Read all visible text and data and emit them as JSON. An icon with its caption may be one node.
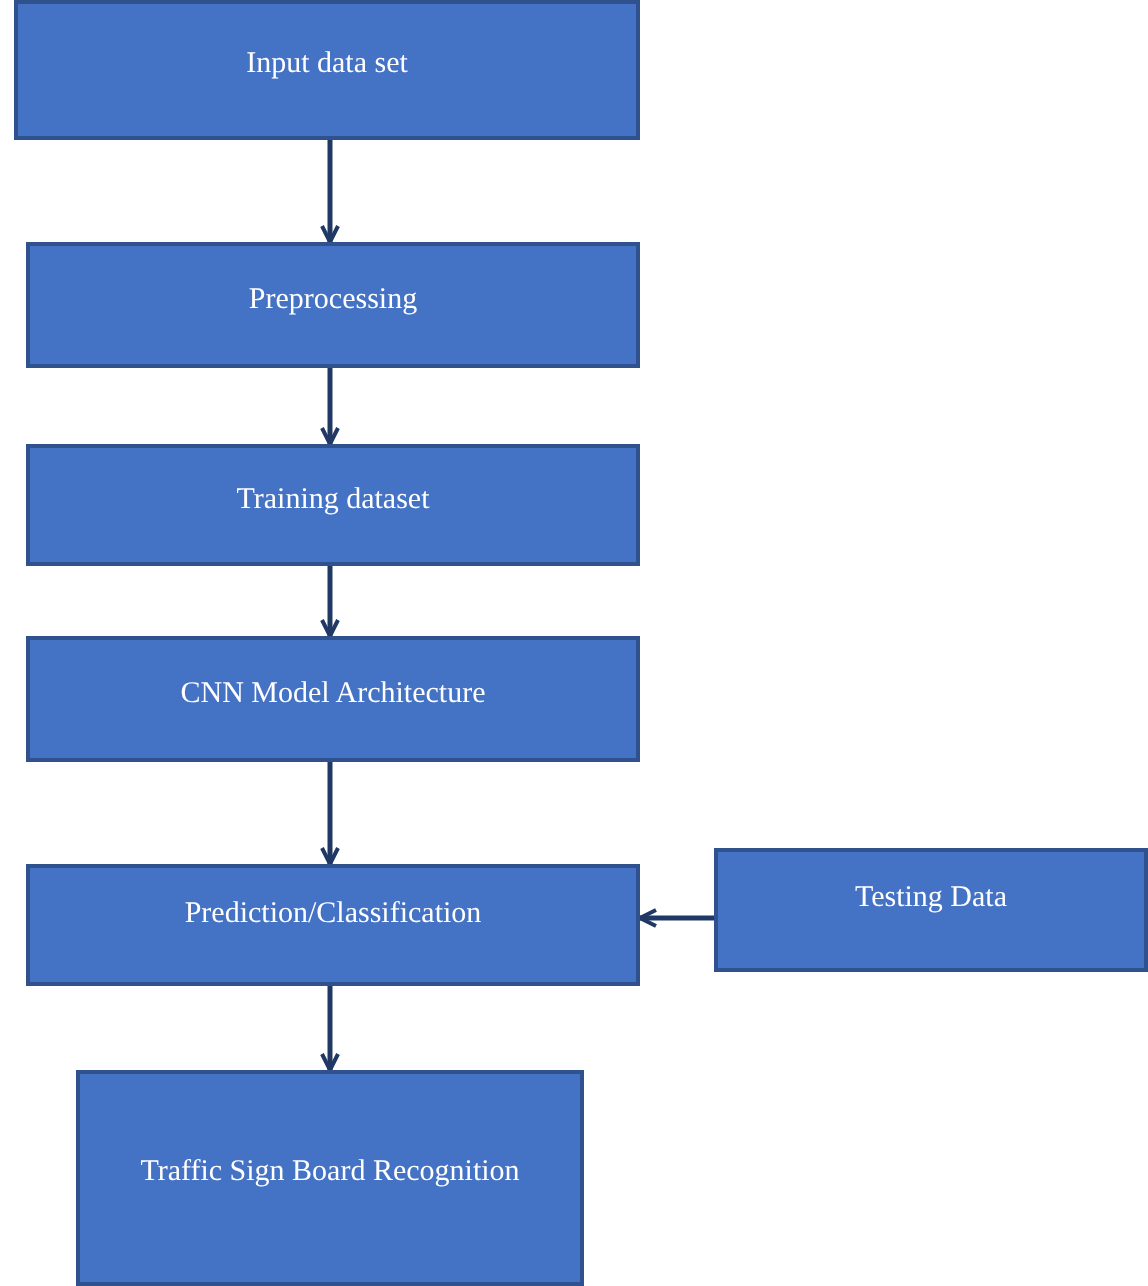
{
  "diagram": {
    "nodes": [
      {
        "text": [
          "Input data set"
        ]
      },
      {
        "text": [
          "Preprocessing"
        ]
      },
      {
        "text": [
          "Training dataset"
        ]
      },
      {
        "text": [
          "CNN Model Architecture"
        ]
      },
      {
        "text": [
          "Prediction/Classification"
        ]
      },
      {
        "text": [
          "Testing Data"
        ]
      },
      {
        "text": [
          "Traffic Sign Board Recognition"
        ]
      }
    ],
    "edges": [
      {
        "from": 0,
        "to": 1,
        "arrow": "to"
      },
      {
        "from": 1,
        "to": 2,
        "arrow": "to"
      },
      {
        "from": 2,
        "to": 3,
        "arrow": "to"
      },
      {
        "from": 3,
        "to": 4,
        "arrow": "to"
      },
      {
        "from": 5,
        "to": 4,
        "arrow": "to"
      },
      {
        "from": 4,
        "to": 6,
        "arrow": "to"
      }
    ]
  }
}
